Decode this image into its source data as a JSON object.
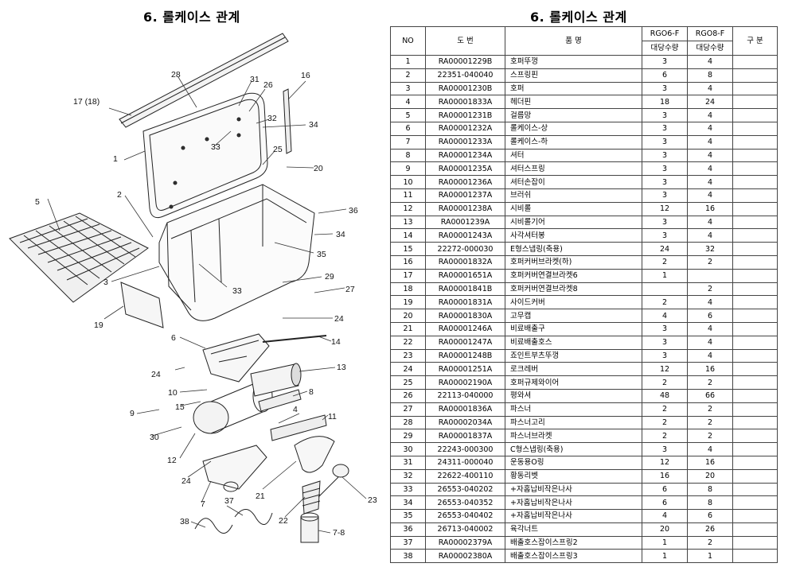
{
  "diagram": {
    "title": "6. 롤케이스 관계",
    "callouts": [
      "1",
      "2",
      "3",
      "4",
      "5",
      "6",
      "7",
      "7-8",
      "8",
      "9",
      "10",
      "11",
      "12",
      "13",
      "14",
      "15",
      "16",
      "17 (18)",
      "19",
      "20",
      "21",
      "22",
      "23",
      "24",
      "24",
      "24",
      "25",
      "26",
      "27",
      "28",
      "29",
      "30",
      "31",
      "32",
      "33",
      "33",
      "34",
      "34",
      "35",
      "36",
      "37",
      "38"
    ]
  },
  "table": {
    "title": "6. 롤케이스 관계",
    "headers": {
      "no": "NO",
      "part_no": "도 번",
      "name": "품 명",
      "model1": "RGO6-F",
      "model2": "RGO8-F",
      "qty1": "대당수량",
      "qty2": "대당수량",
      "remark": "구 분"
    },
    "rows": [
      {
        "no": "1",
        "part": "RA00001229B",
        "name": "호퍼뚜껑",
        "q6": "3",
        "q8": "4",
        "remark": ""
      },
      {
        "no": "2",
        "part": "22351-040040",
        "name": "스프링핀",
        "q6": "6",
        "q8": "8",
        "remark": ""
      },
      {
        "no": "3",
        "part": "RA00001230B",
        "name": "호퍼",
        "q6": "3",
        "q8": "4",
        "remark": ""
      },
      {
        "no": "4",
        "part": "RA00001833A",
        "name": "헤더핀",
        "q6": "18",
        "q8": "24",
        "remark": ""
      },
      {
        "no": "5",
        "part": "RA00001231B",
        "name": "걸름망",
        "q6": "3",
        "q8": "4",
        "remark": ""
      },
      {
        "no": "6",
        "part": "RA00001232A",
        "name": "롤케이스-상",
        "q6": "3",
        "q8": "4",
        "remark": ""
      },
      {
        "no": "7",
        "part": "RA00001233A",
        "name": "롤케이스-하",
        "q6": "3",
        "q8": "4",
        "remark": ""
      },
      {
        "no": "8",
        "part": "RA00001234A",
        "name": "셔터",
        "q6": "3",
        "q8": "4",
        "remark": ""
      },
      {
        "no": "9",
        "part": "RA00001235A",
        "name": "셔터스프링",
        "q6": "3",
        "q8": "4",
        "remark": ""
      },
      {
        "no": "10",
        "part": "RA00001236A",
        "name": "셔터손잡이",
        "q6": "3",
        "q8": "4",
        "remark": ""
      },
      {
        "no": "11",
        "part": "RA00001237A",
        "name": "브러쉬",
        "q6": "3",
        "q8": "4",
        "remark": ""
      },
      {
        "no": "12",
        "part": "RA00001238A",
        "name": "시비롤",
        "q6": "12",
        "q8": "16",
        "remark": ""
      },
      {
        "no": "13",
        "part": "RA0001239A",
        "name": "시비롤기어",
        "q6": "3",
        "q8": "4",
        "remark": ""
      },
      {
        "no": "14",
        "part": "RA00001243A",
        "name": "사각셔터봉",
        "q6": "3",
        "q8": "4",
        "remark": ""
      },
      {
        "no": "15",
        "part": "22272-000030",
        "name": "E형스냅링(축용)",
        "q6": "24",
        "q8": "32",
        "remark": ""
      },
      {
        "no": "16",
        "part": "RA00001832A",
        "name": "호퍼커버브라켓(하)",
        "q6": "2",
        "q8": "2",
        "remark": ""
      },
      {
        "no": "17",
        "part": "RA00001651A",
        "name": "호퍼커버연결브라켓6",
        "q6": "1",
        "q8": "",
        "remark": ""
      },
      {
        "no": "18",
        "part": "RA00001841B",
        "name": "호퍼커버연결브라켓8",
        "q6": "",
        "q8": "2",
        "remark": ""
      },
      {
        "no": "19",
        "part": "RA00001831A",
        "name": "사이드커버",
        "q6": "2",
        "q8": "4",
        "remark": ""
      },
      {
        "no": "20",
        "part": "RA00001830A",
        "name": "고무캡",
        "q6": "4",
        "q8": "6",
        "remark": ""
      },
      {
        "no": "21",
        "part": "RA00001246A",
        "name": "비료배출구",
        "q6": "3",
        "q8": "4",
        "remark": ""
      },
      {
        "no": "22",
        "part": "RA00001247A",
        "name": "비료배출호스",
        "q6": "3",
        "q8": "4",
        "remark": ""
      },
      {
        "no": "23",
        "part": "RA00001248B",
        "name": "죠인트부츠뚜껑",
        "q6": "3",
        "q8": "4",
        "remark": ""
      },
      {
        "no": "24",
        "part": "RA00001251A",
        "name": "로크레버",
        "q6": "12",
        "q8": "16",
        "remark": ""
      },
      {
        "no": "25",
        "part": "RA00002190A",
        "name": "호퍼규제와이어",
        "q6": "2",
        "q8": "2",
        "remark": ""
      },
      {
        "no": "26",
        "part": "22113-040000",
        "name": "평와셔",
        "q6": "48",
        "q8": "66",
        "remark": ""
      },
      {
        "no": "27",
        "part": "RA00001836A",
        "name": "파스너",
        "q6": "2",
        "q8": "2",
        "remark": ""
      },
      {
        "no": "28",
        "part": "RA00002034A",
        "name": "파스너고리",
        "q6": "2",
        "q8": "2",
        "remark": ""
      },
      {
        "no": "29",
        "part": "RA00001837A",
        "name": "파스너브라켓",
        "q6": "2",
        "q8": "2",
        "remark": ""
      },
      {
        "no": "30",
        "part": "22243-000300",
        "name": "C형스냅링(축용)",
        "q6": "3",
        "q8": "4",
        "remark": ""
      },
      {
        "no": "31",
        "part": "24311-000040",
        "name": "운동용O링",
        "q6": "12",
        "q8": "16",
        "remark": ""
      },
      {
        "no": "32",
        "part": "22622-400110",
        "name": "황동리벳",
        "q6": "16",
        "q8": "20",
        "remark": ""
      },
      {
        "no": "33",
        "part": "26553-040202",
        "name": "+자홈납비작은나사",
        "q6": "6",
        "q8": "8",
        "remark": ""
      },
      {
        "no": "34",
        "part": "26553-040352",
        "name": "+자홈납비작은나사",
        "q6": "6",
        "q8": "8",
        "remark": ""
      },
      {
        "no": "35",
        "part": "26553-040402",
        "name": "+자홈납비작은나사",
        "q6": "4",
        "q8": "6",
        "remark": ""
      },
      {
        "no": "36",
        "part": "26713-040002",
        "name": "육각너트",
        "q6": "20",
        "q8": "26",
        "remark": ""
      },
      {
        "no": "37",
        "part": "RA00002379A",
        "name": "배출호스잡이스프링2",
        "q6": "1",
        "q8": "2",
        "remark": ""
      },
      {
        "no": "38",
        "part": "RA00002380A",
        "name": "배출호스잡이스프링3",
        "q6": "1",
        "q8": "1",
        "remark": ""
      }
    ]
  }
}
